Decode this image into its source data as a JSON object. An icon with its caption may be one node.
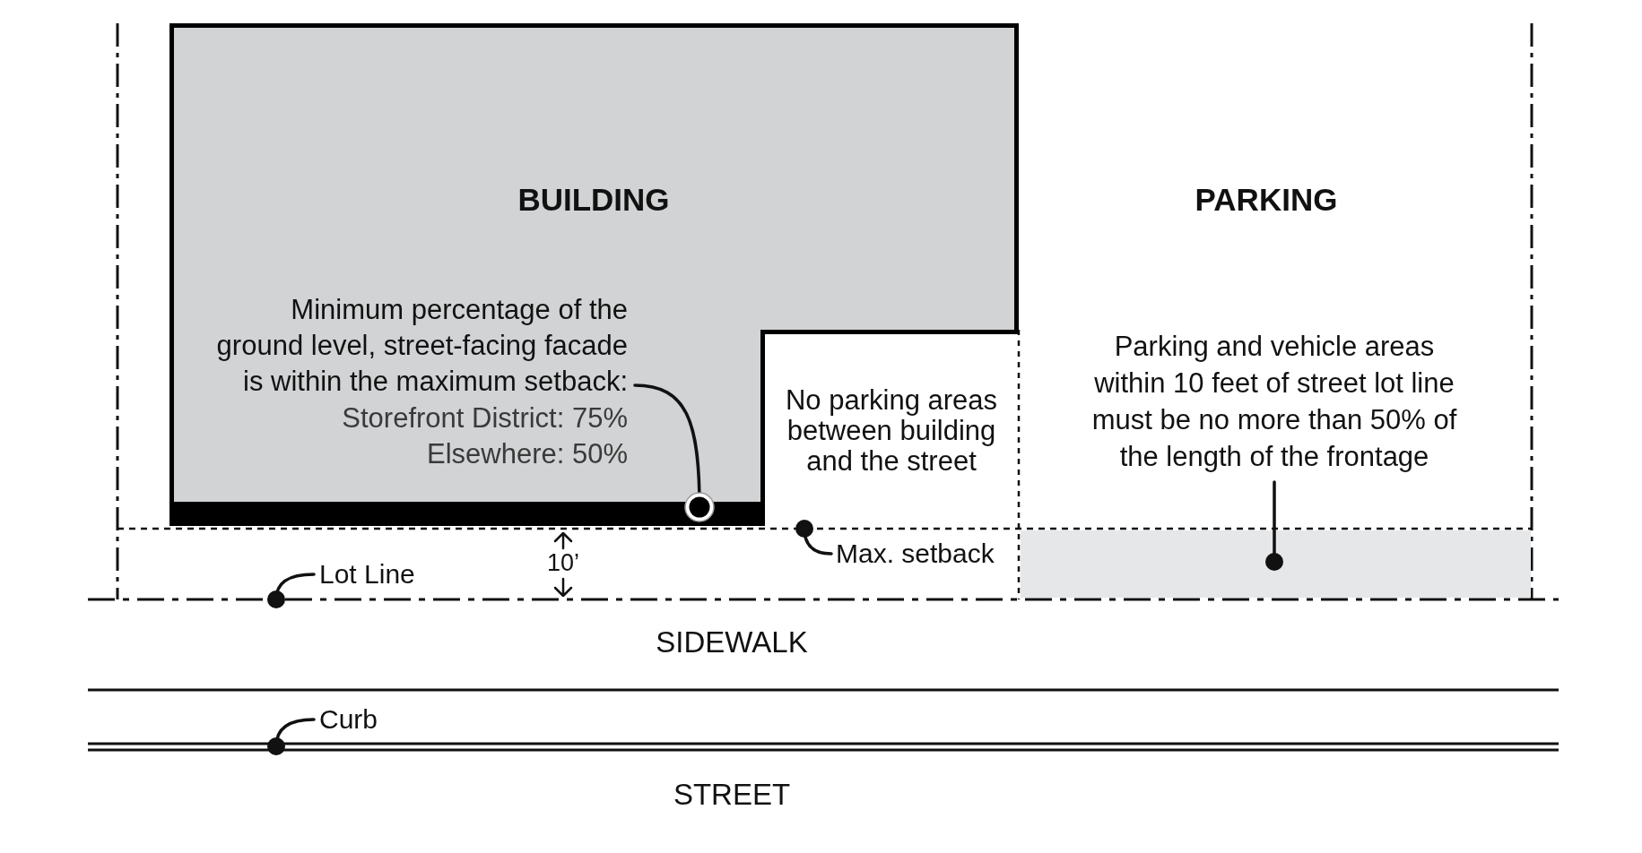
{
  "diagram": {
    "nodes": [
      {
        "text": [
          "BUILDING"
        ]
      },
      {
        "text": [
          "Minimum percentage of the ground level, street-facing facade is within the maximum setback:",
          "Storefront District: 75%",
          "Elsewhere: 50%"
        ],
        "in": 0
      },
      {
        "text": [],
        "shape": "bar",
        "in": 0
      },
      {
        "text": [
          "Parking and vehicle areas within 10 feet of street lot line must be no more than 50% of the length of the frontage"
        ]
      },
      {
        "text": [],
        "shape": "box"
      },
      {
        "text": [
          "Max. setback"
        ]
      },
      {
        "text": [
          "Lot Line"
        ]
      },
      {
        "text": [
          "Curb"
        ]
      }
    ],
    "edges": [
      {
        "from": 1,
        "to": 2,
        "arrow": "other"
      },
      {
        "from": 3,
        "to": 4,
        "arrow": "other"
      },
      {
        "from": 5,
        "to": null,
        "arrow": "other"
      },
      {
        "from": 6,
        "to": null,
        "arrow": "other"
      },
      {
        "from": 7,
        "to": null,
        "arrow": "other"
      }
    ],
    "labels": [
      "PARKING",
      "No parking areas between building and the street",
      "10’",
      "SIDEWALK",
      "STREET"
    ]
  }
}
